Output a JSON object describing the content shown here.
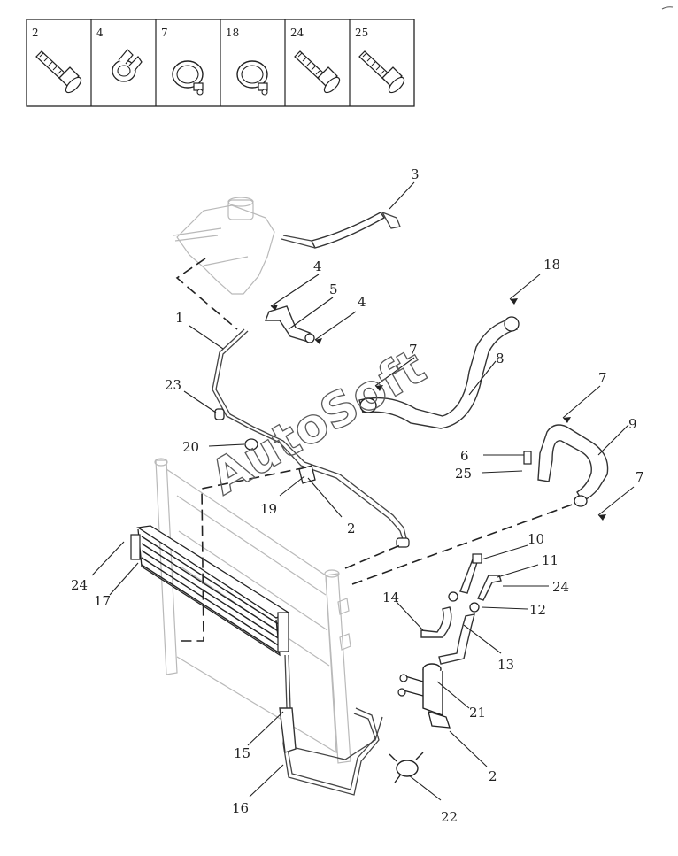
{
  "parts_table": {
    "cells": [
      {
        "num": "2",
        "icon": "flange-bolt-icon"
      },
      {
        "num": "4",
        "icon": "spring-clip-icon"
      },
      {
        "num": "7",
        "icon": "hose-clamp-icon"
      },
      {
        "num": "18",
        "icon": "hose-clamp-icon"
      },
      {
        "num": "24",
        "icon": "flange-bolt-icon"
      },
      {
        "num": "25",
        "icon": "flange-bolt-icon"
      }
    ]
  },
  "callouts": {
    "c1": "1",
    "c2a": "2",
    "c2b": "2",
    "c3": "3",
    "c4a": "4",
    "c4b": "4",
    "c5": "5",
    "c6": "6",
    "c7a": "7",
    "c7b": "7",
    "c7c": "7",
    "c8": "8",
    "c9": "9",
    "c10": "10",
    "c11": "11",
    "c12": "12",
    "c13": "13",
    "c14": "14",
    "c15": "15",
    "c16": "16",
    "c17": "17",
    "c18": "18",
    "c19": "19",
    "c20": "20",
    "c21": "21",
    "c22": "22",
    "c23": "23",
    "c24a": "24",
    "c24b": "24",
    "c25": "25"
  },
  "watermark": "AutoSoft"
}
